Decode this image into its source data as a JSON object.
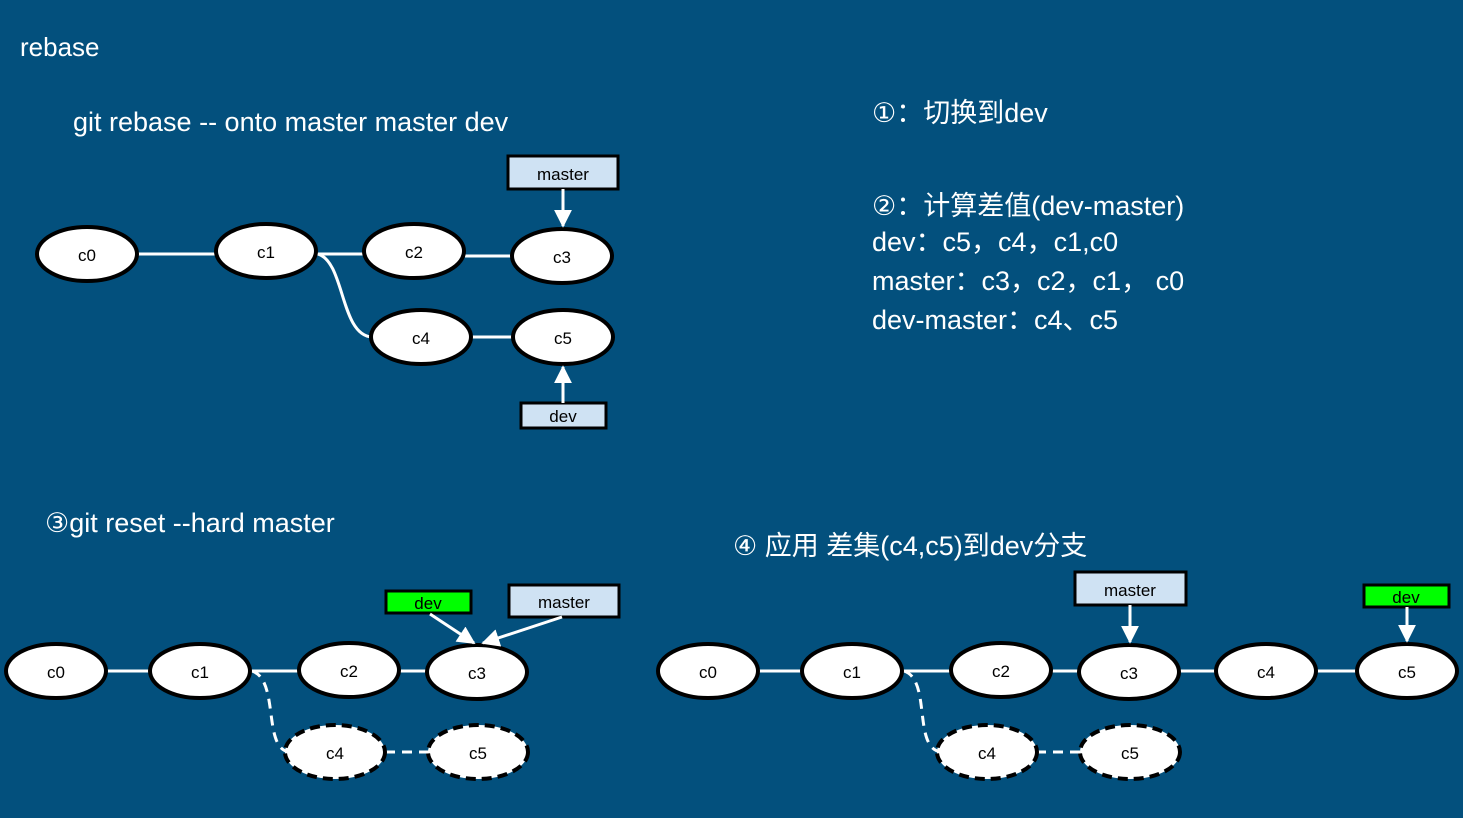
{
  "title": "rebase",
  "command": "git rebase -- onto master master  dev",
  "notes": {
    "step1": "①：切换到dev",
    "step2": "②：计算差值(dev-master)",
    "dev_line": "dev：c5，c4，c1,c0",
    "master_line": "master：c3，c2，c1， c0",
    "diff_line": "dev-master：c4、c5"
  },
  "step3": {
    "title": "③git reset --hard master"
  },
  "step4": {
    "title": "④ 应用 差集(c4,c5)到dev分支"
  },
  "labels": {
    "master": "master",
    "dev": "dev"
  },
  "commits": {
    "c0": "c0",
    "c1": "c1",
    "c2": "c2",
    "c3": "c3",
    "c4": "c4",
    "c5": "c5"
  },
  "colors": {
    "background": "#03507d",
    "branch_box": "#cfe2f3",
    "active_branch_box": "#00ff00",
    "commit_fill": "#ffffff",
    "line": "#ffffff"
  }
}
